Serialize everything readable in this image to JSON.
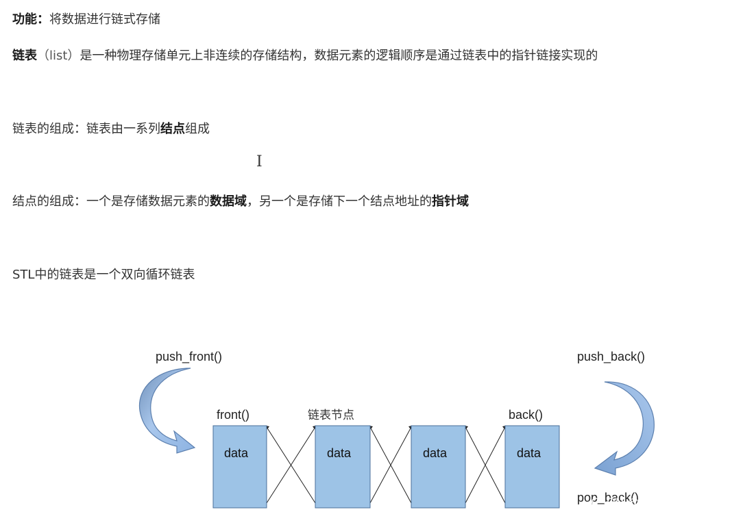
{
  "lines": {
    "l1_bold": "功能：",
    "l1_rest": "将数据进行链式存储",
    "l2_bold": "链表",
    "l2_list": "（list）",
    "l2_rest": "是一种物理存储单元上非连续的存储结构，数据元素的逻辑顺序是通过链表中的指针链接实现的",
    "l3_pre": "链表的组成：链表由一系列",
    "l3_bold": "结点",
    "l3_post": "组成",
    "l4_pre": "结点的组成：一个是存储数据元素的",
    "l4_bold1": "数据域",
    "l4_mid": "，另一个是存储下一个结点地址的",
    "l4_bold2": "指针域",
    "l5": "STL中的链表是一个双向循环链表"
  },
  "cursor_glyph": "I",
  "diagram": {
    "push_front": "push_front()",
    "push_back": "push_back()",
    "front": "front()",
    "back": "back()",
    "node_label": "链表节点",
    "pop_back": "pop_back()",
    "nodes": [
      "data",
      "data",
      "data",
      "data"
    ],
    "node_fill": "#9dc3e6",
    "arrow_fill": "#8db3e2"
  },
  "watermark": "CSDN @%编程爱好者%"
}
